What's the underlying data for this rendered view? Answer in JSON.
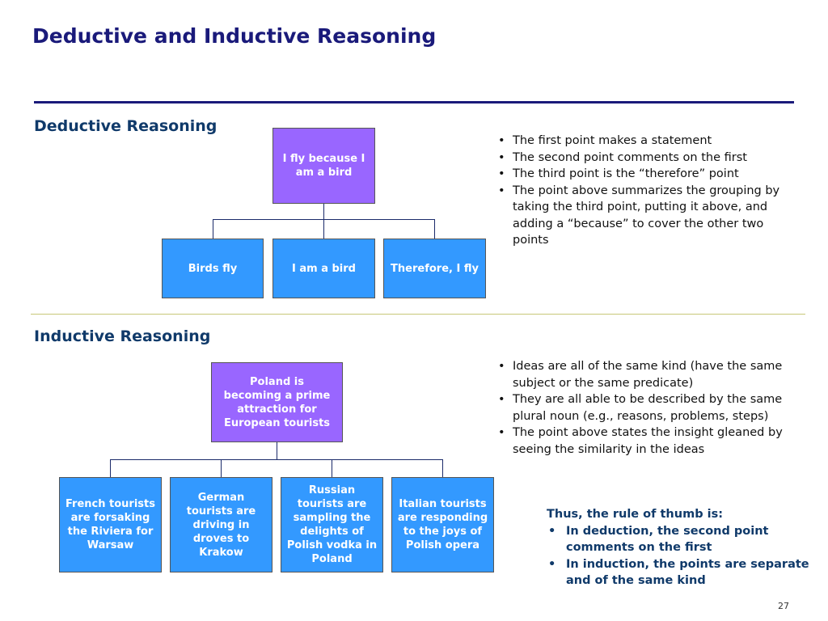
{
  "title": "Deductive and Inductive Reasoning",
  "deductive": {
    "heading": "Deductive Reasoning",
    "top": "I fly because I am a bird",
    "children": [
      "Birds fly",
      "I am a bird",
      "Therefore, I fly"
    ],
    "bullets": [
      "The first point makes a statement",
      "The second point comments on the first",
      "The third point is the “therefore” point",
      "The point above summarizes the grouping by taking the third point, putting it above, and adding a “because” to cover the other two points"
    ]
  },
  "inductive": {
    "heading": "Inductive Reasoning",
    "top": "Poland is becoming a prime attraction for European tourists",
    "children": [
      "French tourists are forsaking the Riviera for Warsaw",
      "German tourists are driving in droves to Krakow",
      "Russian tourists are sampling the delights of Polish vodka in Poland",
      "Italian tourists are responding to the joys of Polish opera"
    ],
    "bullets": [
      "Ideas are all of the same kind (have the same subject or the same predicate)",
      "They are all able to be described by the same plural noun (e.g., reasons, problems, steps)",
      "The point above states the insight gleaned by seeing the similarity in the ideas"
    ]
  },
  "rule": {
    "heading": "Thus, the rule of thumb is:",
    "items": [
      "In deduction, the second point comments on the first",
      "In induction, the points are separate and of the same kind"
    ]
  },
  "page_number": "27",
  "colors": {
    "title": "#1a1a7a",
    "purple_box": "#9966ff",
    "blue_box": "#3399ff",
    "connector": "#1a2a6a"
  }
}
